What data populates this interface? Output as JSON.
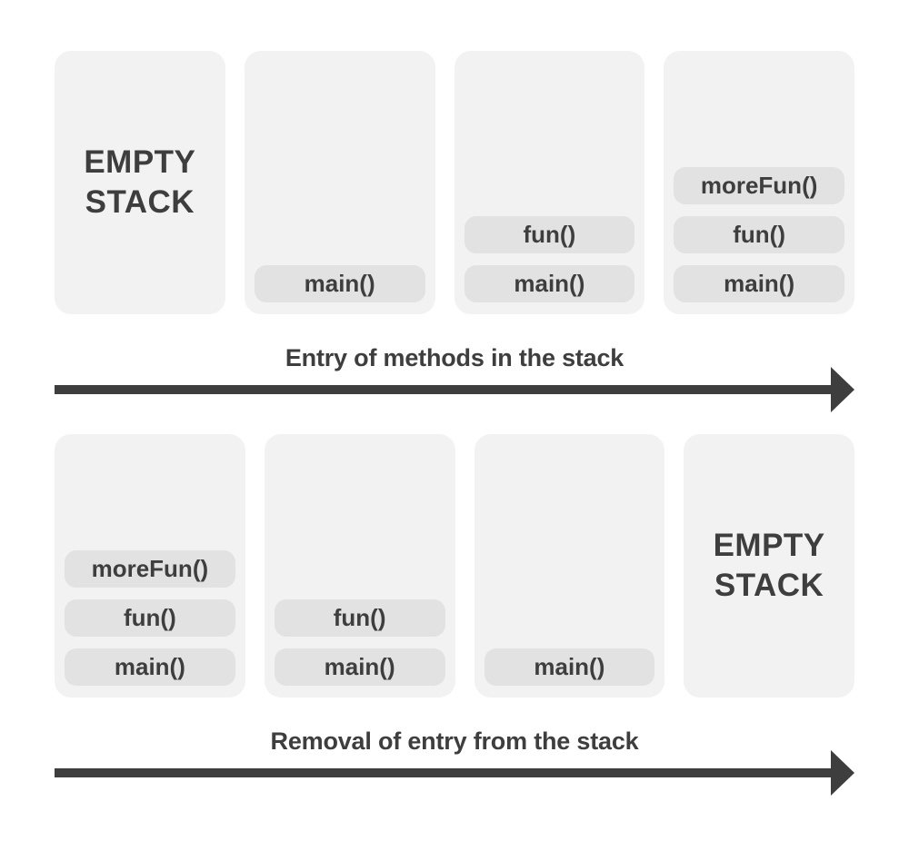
{
  "colors": {
    "panel_bg": "#f2f2f2",
    "pill_bg": "#e2e2e2",
    "text": "#3e3e3e",
    "arrow": "#3e3e3e"
  },
  "empty_stack_text": "EMPTY\nSTACK",
  "sections": [
    {
      "id": "entry",
      "caption": "Entry of methods in the stack",
      "stacks": [
        {
          "empty": true,
          "frames": []
        },
        {
          "empty": false,
          "frames": [
            "main()"
          ]
        },
        {
          "empty": false,
          "frames": [
            "fun()",
            "main()"
          ]
        },
        {
          "empty": false,
          "frames": [
            "moreFun()",
            "fun()",
            "main()"
          ]
        }
      ]
    },
    {
      "id": "removal",
      "caption": "Removal of entry from the stack",
      "stacks": [
        {
          "empty": false,
          "frames": [
            "moreFun()",
            "fun()",
            "main()"
          ]
        },
        {
          "empty": false,
          "frames": [
            "fun()",
            "main()"
          ]
        },
        {
          "empty": false,
          "frames": [
            "main()"
          ]
        },
        {
          "empty": true,
          "frames": []
        }
      ]
    }
  ]
}
